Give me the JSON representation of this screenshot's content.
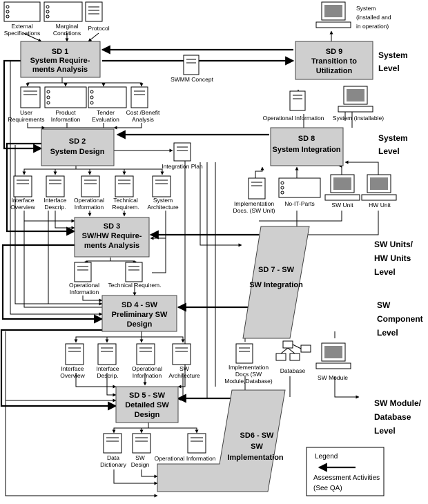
{
  "boxes": {
    "sd1": [
      "SD 1",
      "System Require-",
      "ments Analysis"
    ],
    "sd2": [
      "SD 2",
      "System Design"
    ],
    "sd3": [
      "SD 3",
      "SW/HW Require-",
      "ments Analysis"
    ],
    "sd4": [
      "SD 4 - SW",
      "Preliminary SW",
      "Design"
    ],
    "sd5": [
      "SD 5 - SW",
      "Detailed SW",
      "Design"
    ],
    "sd6": [
      "SD6 - SW",
      "SW",
      "Implementation"
    ],
    "sd7": [
      "SD 7 - SW",
      "SW Integration"
    ],
    "sd8": [
      "SD 8",
      "System Integration"
    ],
    "sd9": [
      "SD 9",
      "Transition to",
      "Utilization"
    ]
  },
  "levels": {
    "system1": [
      "System",
      "Level"
    ],
    "system2": [
      "System",
      "Level"
    ],
    "swunits": [
      "SW Units/",
      "HW Units",
      "Level"
    ],
    "swcomp": [
      "SW",
      "Component",
      "Level"
    ],
    "swmodule": [
      "SW Module/",
      "Database",
      "Level"
    ]
  },
  "labels": {
    "ext_spec": [
      "External",
      "Specifications"
    ],
    "marg_cond": [
      "Marginal",
      "Conditions"
    ],
    "protocol": [
      "Protocol"
    ],
    "swmm": [
      "SWMM Concept"
    ],
    "sys_installed": [
      "System",
      "(installed and",
      "in operation)"
    ],
    "user_req": [
      "User",
      "Requirements"
    ],
    "product_info": [
      "Product",
      "Information"
    ],
    "tender_eval": [
      "Tender",
      "Evaluation"
    ],
    "cost_benefit": [
      "Cost /Benefit",
      "Analysis"
    ],
    "op_info_top": [
      "Operational Information"
    ],
    "sys_installable": [
      "System (installable)"
    ],
    "integration_plan": [
      "Integration Plan"
    ],
    "iface_overview": [
      "Interface",
      "Overview"
    ],
    "iface_descr": [
      "Interface",
      "Descrip."
    ],
    "op_info_2": [
      "Operational",
      "Information"
    ],
    "tech_req_2": [
      "Technical",
      "Requirem."
    ],
    "sys_arch": [
      "System",
      "Architecture"
    ],
    "impl_docs_unit": [
      "Implementation",
      "Docs. (SW Unit)"
    ],
    "no_it_parts": [
      "No-IT-Parts"
    ],
    "sw_unit": [
      "SW  Unit"
    ],
    "hw_unit": [
      "HW  Unit"
    ],
    "op_info_3": [
      "Operational",
      "Information"
    ],
    "tech_req_3": [
      "Technical Requirem."
    ],
    "iface_overview_5": [
      "Interface",
      "Overview"
    ],
    "iface_descr_5": [
      "Interface",
      "Descrip."
    ],
    "op_info_5": [
      "Operational",
      "Information"
    ],
    "sw_arch": [
      "SW",
      "Architecture"
    ],
    "impl_docs_mod": [
      "Implementation",
      "Docs (SW",
      "Module,Database)"
    ],
    "database": [
      "Database"
    ],
    "sw_module": [
      "SW Module"
    ],
    "data_dict": [
      "Data",
      "Dictionary"
    ],
    "sw_design": [
      "SW",
      "Design"
    ],
    "op_info_6": [
      "Operational Information"
    ]
  },
  "legend": {
    "title": "Legend",
    "line1": "Assessment Activities",
    "line2": "(See QA)"
  }
}
